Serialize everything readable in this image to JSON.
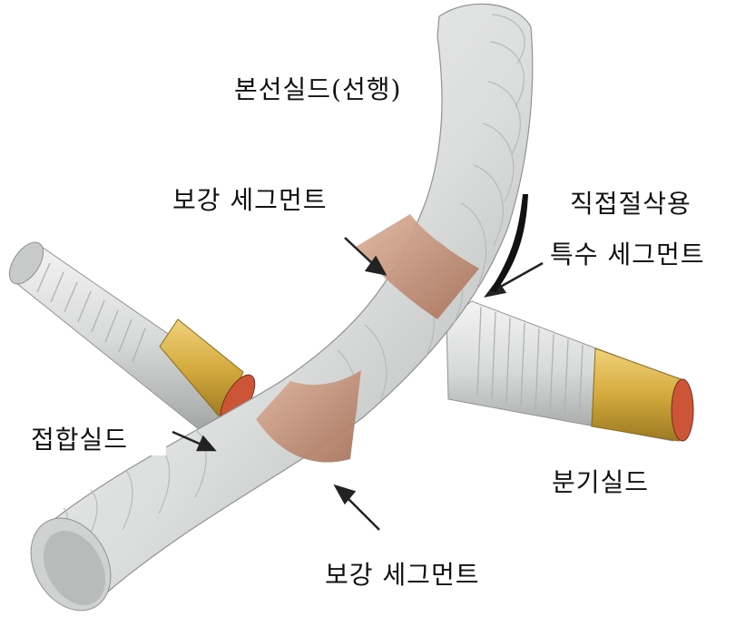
{
  "labels": {
    "main_shield": "본선실드(선행)",
    "reinforce_top": "보강 세그먼트",
    "direct_cut_line1": "직접절삭용",
    "direct_cut_line2": "특수 세그먼트",
    "joint_shield": "접합실드",
    "branch_shield": "분기실드",
    "reinforce_bottom": "보강 세그먼트"
  },
  "colors": {
    "tunnel_body": "#e2e4e3",
    "tunnel_ring": "#b9bcbb",
    "reinforce_segment": "#c99a82",
    "shield_machine": "#d9b24a",
    "cutter_face": "#cc5537",
    "arrow": "#222222"
  }
}
